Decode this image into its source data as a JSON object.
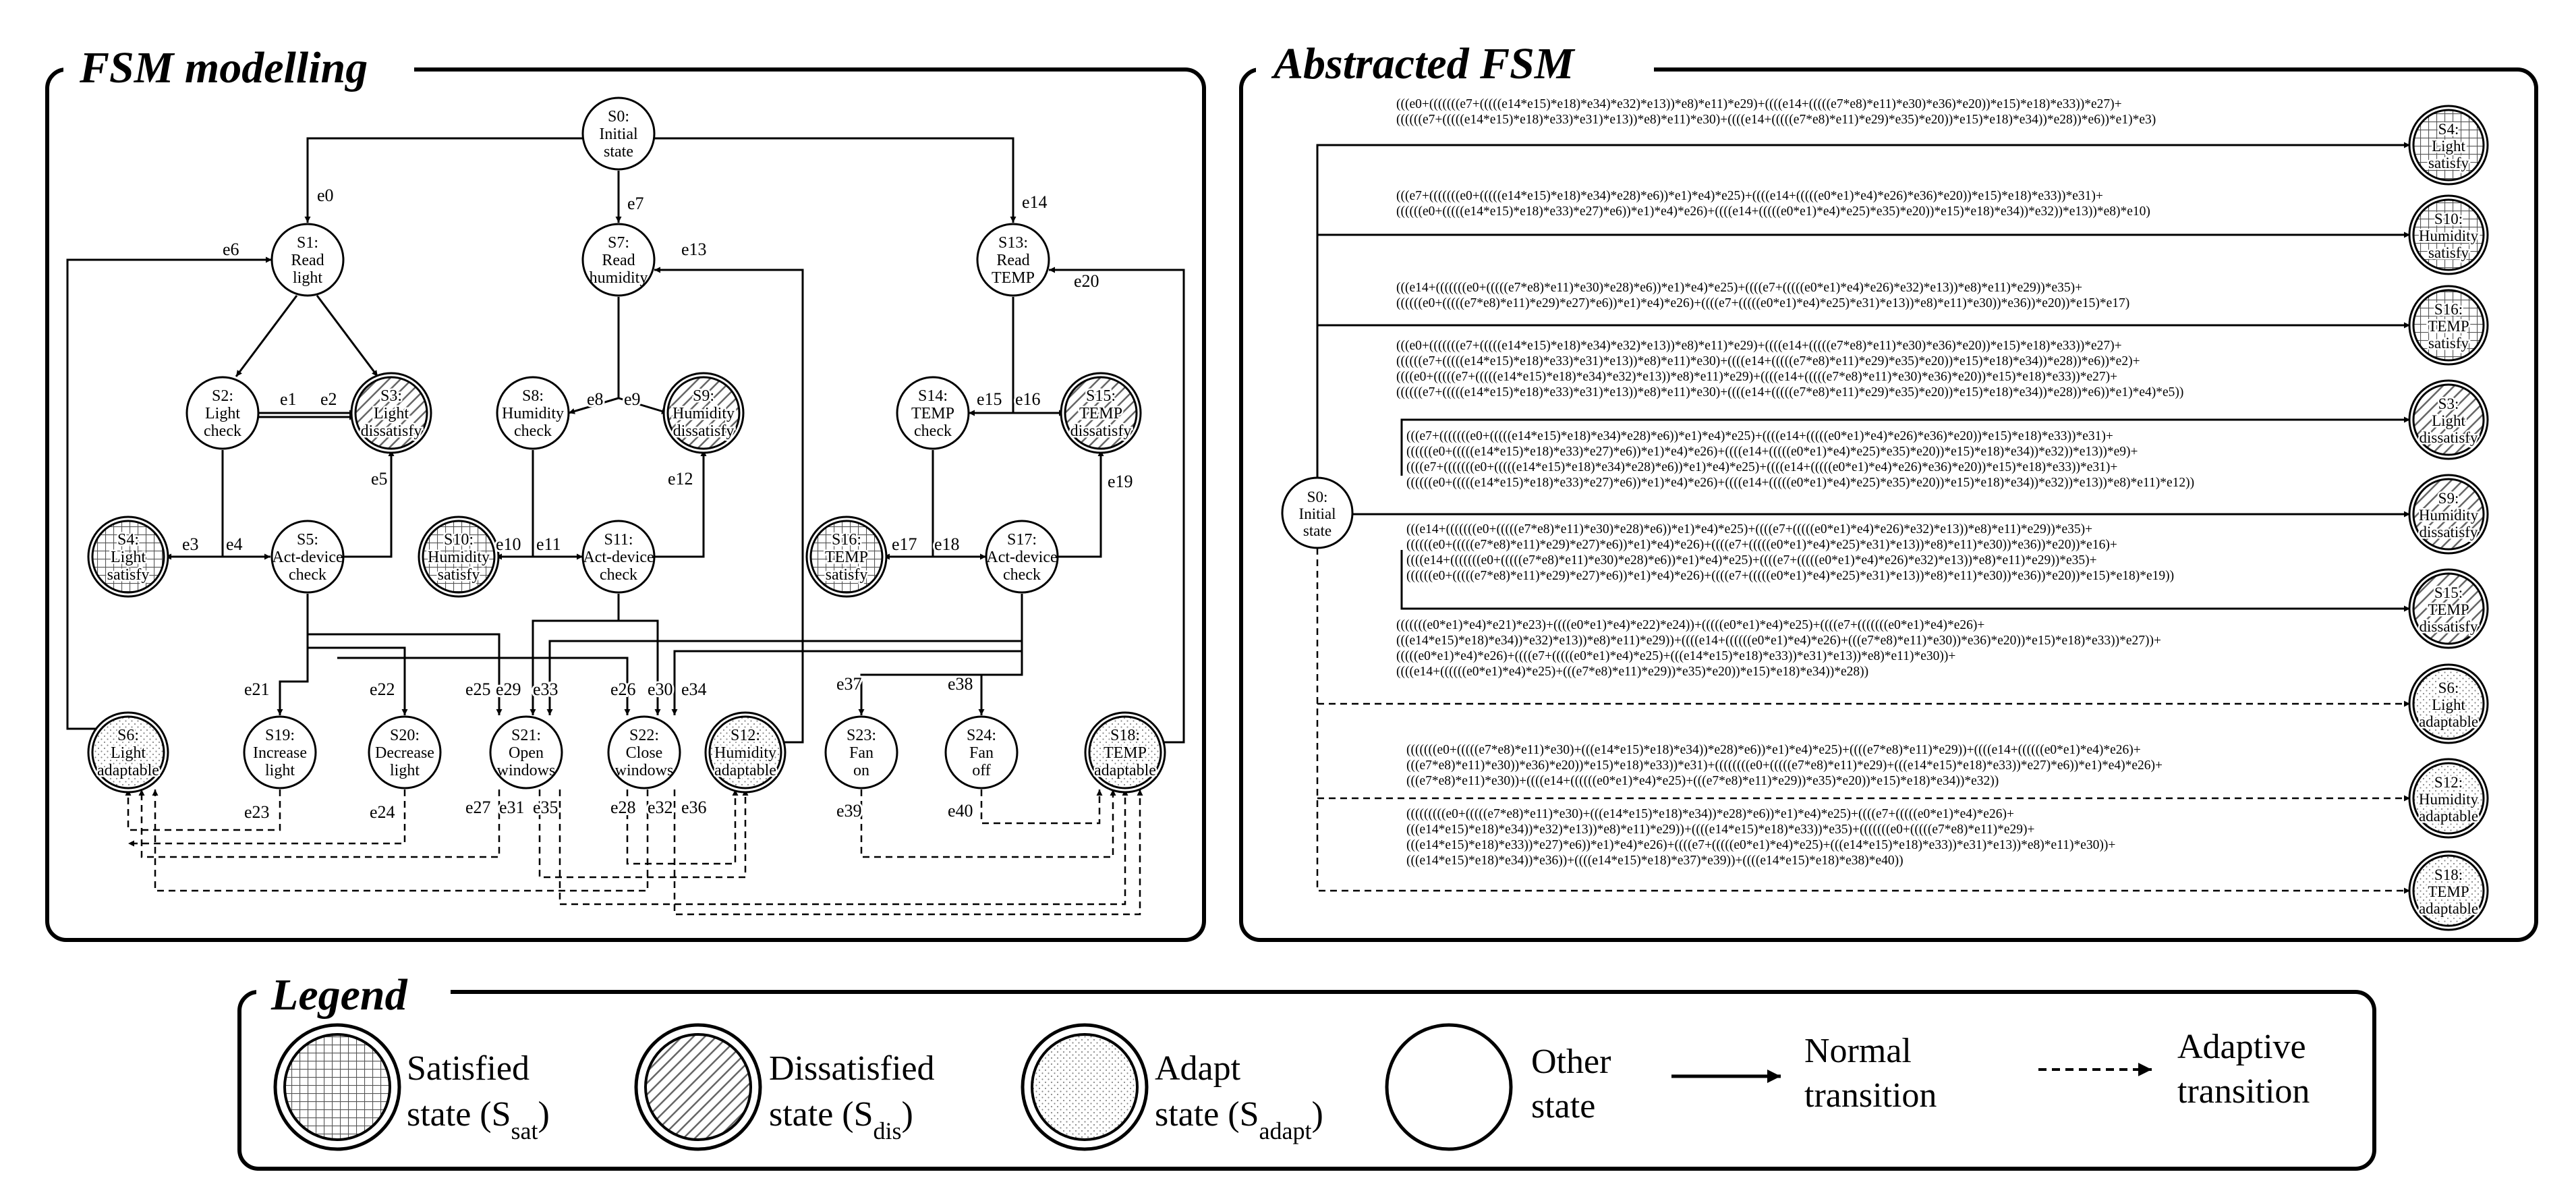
{
  "panels": {
    "fsm": "FSM modelling",
    "abstract": "Abstracted FSM",
    "legend": "Legend"
  },
  "states": {
    "S0": [
      "S0:",
      "Initial",
      "state"
    ],
    "S1": [
      "S1:",
      "Read",
      "light"
    ],
    "S2": [
      "S2:",
      "Light",
      "check"
    ],
    "S3": [
      "S3:",
      "Light",
      "dissatisfy"
    ],
    "S4": [
      "S4:",
      "Light",
      "satisfy"
    ],
    "S5": [
      "S5:",
      "Act-device",
      "check"
    ],
    "S6": [
      "S6:",
      "Light",
      "adaptable"
    ],
    "S7": [
      "S7:",
      "Read",
      "humidity"
    ],
    "S8": [
      "S8:",
      "Humidity",
      "check"
    ],
    "S9": [
      "S9:",
      "Humidity",
      "dissatisfy"
    ],
    "S10": [
      "S10:",
      "Humidity",
      "satisfy"
    ],
    "S11": [
      "S11:",
      "Act-device",
      "check"
    ],
    "S12": [
      "S12:",
      "Humidity",
      "adaptable"
    ],
    "S13": [
      "S13:",
      "Read",
      "TEMP"
    ],
    "S14": [
      "S14:",
      "TEMP",
      "check"
    ],
    "S15": [
      "S15:",
      "TEMP",
      "dissatisfy"
    ],
    "S16": [
      "S16:",
      "TEMP",
      "satisfy"
    ],
    "S17": [
      "S17:",
      "Act-device",
      "check"
    ],
    "S18": [
      "S18:",
      "TEMP",
      "adaptable"
    ],
    "S19": [
      "S19:",
      "Increase",
      "light"
    ],
    "S20": [
      "S20:",
      "Decrease",
      "light"
    ],
    "S21": [
      "S21:",
      "Open",
      "windows"
    ],
    "S22": [
      "S22:",
      "Close",
      "windows"
    ],
    "S23": [
      "S23:",
      "Fan",
      "on"
    ],
    "S24": [
      "S24:",
      "Fan",
      "off"
    ]
  },
  "edge_labels": [
    "e0",
    "e1",
    "e2",
    "e3",
    "e4",
    "e5",
    "e6",
    "e7",
    "e8",
    "e9",
    "e10",
    "e11",
    "e12",
    "e13",
    "e14",
    "e15",
    "e16",
    "e17",
    "e18",
    "e19",
    "e20",
    "e21",
    "e22",
    "e23",
    "e24",
    "e25",
    "e26",
    "e27",
    "e28",
    "e29",
    "e30",
    "e31",
    "e32",
    "e33",
    "e34",
    "e35",
    "e36",
    "e37",
    "e38",
    "e39",
    "e40"
  ],
  "abstract_states": {
    "A0": [
      "S0:",
      "Initial",
      "state"
    ],
    "A1": [
      "S4:",
      "Light",
      "satisfy"
    ],
    "A2": [
      "S10:",
      "Humidity",
      "satisfy"
    ],
    "A3": [
      "S16:",
      "TEMP",
      "satisfy"
    ],
    "A4": [
      "S3:",
      "Light",
      "dissatisfy"
    ],
    "A5": [
      "S9:",
      "Humidity",
      "dissatisfy"
    ],
    "A6": [
      "S15:",
      "TEMP",
      "dissatisfy"
    ],
    "A7": [
      "S6:",
      "Light",
      "adaptable"
    ],
    "A8": [
      "S12:",
      "Humidity",
      "adaptable"
    ],
    "A9": [
      "S18:",
      "TEMP",
      "adaptable"
    ]
  },
  "regex": [
    [
      "(((e0+(((((((e7+(((((e14*e15)*e18)*e34)*e32)*e13))*e8)*e11)*e29)+((((e14+(((((e7*e8)*e11)*e30)*e36)*e20))*e15)*e18)*e33))*e27)+",
      "((((((e7+(((((e14*e15)*e18)*e33)*e31)*e13))*e8)*e11)*e30)+((((e14+(((((e7*e8)*e11)*e29)*e35)*e20))*e15)*e18)*e34))*e28))*e6))*e1)*e3)"
    ],
    [
      "(((e7+(((((((e0+(((((e14*e15)*e18)*e34)*e28)*e6))*e1)*e4)*e25)+((((e14+(((((e0*e1)*e4)*e26)*e36)*e20))*e15)*e18)*e33))*e31)+",
      "((((((e0+(((((e14*e15)*e18)*e33)*e27)*e6))*e1)*e4)*e26)+((((e14+(((((e0*e1)*e4)*e25)*e35)*e20))*e15)*e18)*e34))*e32))*e13))*e8)*e10)"
    ],
    [
      "(((e14+(((((((e0+(((((e7*e8)*e11)*e30)*e28)*e6))*e1)*e4)*e25)+((((e7+(((((e0*e1)*e4)*e26)*e32)*e13))*e8)*e11)*e29))*e35)+",
      "((((((e0+(((((e7*e8)*e11)*e29)*e27)*e6))*e1)*e4)*e26)+((((e7+(((((e0*e1)*e4)*e25)*e31)*e13))*e8)*e11)*e30))*e36))*e20))*e15)*e17)"
    ],
    [
      "(((e0+(((((((e7+(((((e14*e15)*e18)*e34)*e32)*e13))*e8)*e11)*e29)+((((e14+(((((e7*e8)*e11)*e30)*e36)*e20))*e15)*e18)*e33))*e27)+",
      "((((((e7+(((((e14*e15)*e18)*e33)*e31)*e13))*e8)*e11)*e30)+((((e14+(((((e7*e8)*e11)*e29)*e35)*e20))*e15)*e18)*e34))*e28))*e6))*e2)+",
      "((((e0+(((((e7+(((((e14*e15)*e18)*e34)*e32)*e13))*e8)*e11)*e29)+((((e14+(((((e7*e8)*e11)*e30)*e36)*e20))*e15)*e18)*e33))*e27)+",
      "((((((e7+(((((e14*e15)*e18)*e33)*e31)*e13))*e8)*e11)*e30)+((((e14+(((((e7*e8)*e11)*e29)*e35)*e20))*e15)*e18)*e34))*e28))*e6))*e1)*e4)*e5))"
    ],
    [
      "(((e7+(((((((e0+(((((e14*e15)*e18)*e34)*e28)*e6))*e1)*e4)*e25)+((((e14+(((((e0*e1)*e4)*e26)*e36)*e20))*e15)*e18)*e33))*e31)+",
      "((((((e0+(((((e14*e15)*e18)*e33)*e27)*e6))*e1)*e4)*e26)+((((e14+(((((e0*e1)*e4)*e25)*e35)*e20))*e15)*e18)*e34))*e32))*e13))*e9)+",
      "((((e7+(((((((e0+(((((e14*e15)*e18)*e34)*e28)*e6))*e1)*e4)*e25)+((((e14+(((((e0*e1)*e4)*e26)*e36)*e20))*e15)*e18)*e33))*e31)+",
      "((((((e0+(((((e14*e15)*e18)*e33)*e27)*e6))*e1)*e4)*e26)+((((e14+(((((e0*e1)*e4)*e25)*e35)*e20))*e15)*e18)*e34))*e32))*e13))*e8)*e11)*e12))"
    ],
    [
      "(((e14+(((((((e0+(((((e7*e8)*e11)*e30)*e28)*e6))*e1)*e4)*e25)+((((e7+(((((e0*e1)*e4)*e26)*e32)*e13))*e8)*e11)*e29))*e35)+",
      "((((((e0+(((((e7*e8)*e11)*e29)*e27)*e6))*e1)*e4)*e26)+((((e7+(((((e0*e1)*e4)*e25)*e31)*e13))*e8)*e11)*e30))*e36))*e20))*e16)+",
      "((((e14+(((((((e0+(((((e7*e8)*e11)*e30)*e28)*e6))*e1)*e4)*e25)+((((e7+(((((e0*e1)*e4)*e26)*e32)*e13))*e8)*e11)*e29))*e35)+",
      "((((((e0+(((((e7*e8)*e11)*e29)*e27)*e6))*e1)*e4)*e26)+((((e7+(((((e0*e1)*e4)*e25)*e31)*e13))*e8)*e11)*e30))*e36))*e20))*e15)*e18)*e19))"
    ],
    [
      "(((((((e0*e1)*e4)*e21)*e23)+((((e0*e1)*e4)*e22)*e24))+(((((e0*e1)*e4)*e25)+((((e7+(((((((e0*e1)*e4)*e26)+",
      "(((e14*e15)*e18)*e34))*e32)*e13))*e8)*e11)*e29))+((((e14+((((((e0*e1)*e4)*e26)+(((e7*e8)*e11)*e30))*e36)*e20))*e15)*e18)*e33))*e27))+",
      "(((((e0*e1)*e4)*e26)+((((e7+(((((e0*e1)*e4)*e25)+(((e14*e15)*e18)*e33))*e31)*e13))*e8)*e11)*e30))+",
      "((((e14+((((((e0*e1)*e4)*e25)+(((e7*e8)*e11)*e29))*e35)*e20))*e15)*e18)*e34))*e28))"
    ],
    [
      "(((((((e0+(((((e7*e8)*e11)*e30)+(((e14*e15)*e18)*e34))*e28)*e6))*e1)*e4)*e25)+((((e7*e8)*e11)*e29))+((((e14+((((((e0*e1)*e4)*e26)+",
      "(((e7*e8)*e11)*e30))*e36)*e20))*e15)*e18)*e33))*e31)+((((((((e0+(((((e7*e8)*e11)*e29)+(((e14*e15)*e18)*e33))*e27)*e6))*e1)*e4)*e26)+",
      "(((e7*e8)*e11)*e30))+((((e14+((((((e0*e1)*e4)*e25)+(((e7*e8)*e11)*e29))*e35)*e20))*e15)*e18)*e34))*e32))"
    ],
    [
      "(((((((((e0+(((((e7*e8)*e11)*e30)+(((e14*e15)*e18)*e34))*e28)*e6))*e1)*e4)*e25)+((((e7+(((((e0*e1)*e4)*e26)+",
      "(((e14*e15)*e18)*e34))*e32)*e13))*e8)*e11)*e29))+((((e14*e15)*e18)*e33))*e35)+(((((((e0+(((((e7*e8)*e11)*e29)+",
      "(((e14*e15)*e18)*e33))*e27)*e6))*e1)*e4)*e26)+((((e7+(((((e0*e1)*e4)*e25)+(((e14*e15)*e18)*e33))*e31)*e13))*e8)*e11)*e30))+",
      "(((e14*e15)*e18)*e34))*e36))+((((e14*e15)*e18)*e37)*e39))+((((e14*e15)*e18)*e38)*e40))"
    ]
  ],
  "legend_items": {
    "sat": [
      "Satisfied",
      "state (S",
      "sat",
      ")"
    ],
    "dis": [
      "Dissatisfied",
      "state (S",
      "dis",
      ")"
    ],
    "adapt": [
      "Adapt",
      "state (S",
      "adapt",
      ")"
    ],
    "other": [
      "Other",
      "state"
    ],
    "normal": [
      "Normal",
      "transition"
    ],
    "adaptive": [
      "Adaptive",
      "transition"
    ]
  }
}
